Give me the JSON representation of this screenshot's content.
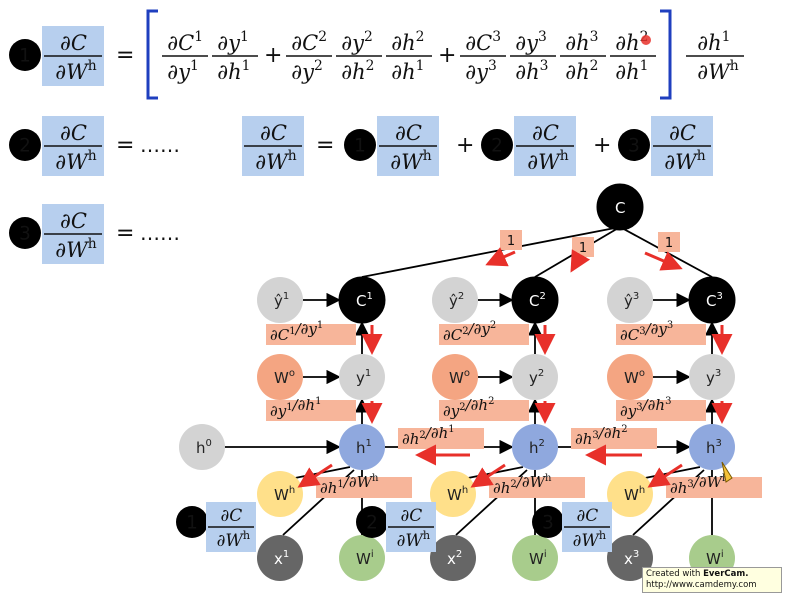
{
  "equations": {
    "eq1": {
      "num": "1",
      "lhs_num": "∂C",
      "lhs_den": "∂W",
      "lhs_sup": "h",
      "equals": "=",
      "t1": [
        [
          "∂C",
          "1",
          "∂y",
          "1"
        ],
        [
          "∂y",
          "1",
          "∂h",
          "1"
        ]
      ],
      "plus": "+",
      "t2": [
        [
          "∂C",
          "2",
          "∂y",
          "2"
        ],
        [
          "∂y",
          "2",
          "∂h",
          "2"
        ],
        [
          "∂h",
          "2",
          "∂h",
          "1"
        ]
      ],
      "t3": [
        [
          "∂C",
          "3",
          "∂y",
          "3"
        ],
        [
          "∂y",
          "3",
          "∂h",
          "3"
        ],
        [
          "∂h",
          "3",
          "∂h",
          "2"
        ],
        [
          "∂h",
          "2",
          "∂h",
          "1"
        ]
      ],
      "tail": [
        "∂h",
        "1",
        "∂W",
        "h"
      ]
    },
    "eq2": {
      "num": "2",
      "lhs_num": "∂C",
      "lhs_den": "∂W",
      "lhs_sup": "h",
      "equals": "=",
      "rhs": "……"
    },
    "eq3": {
      "num": "3",
      "lhs_num": "∂C",
      "lhs_den": "∂W",
      "lhs_sup": "h",
      "equals": "=",
      "rhs": "……"
    },
    "sum": {
      "lhs_num": "∂C",
      "lhs_den": "∂W",
      "lhs_sup": "h",
      "equals": "=",
      "plus": "+",
      "terms": [
        "1",
        "2",
        "3"
      ]
    }
  },
  "graph": {
    "top_node": "C",
    "top_grads": [
      "1",
      "1",
      "1"
    ],
    "columns": [
      {
        "yhat": "ŷ",
        "yhat_sup": "1",
        "c": "C",
        "c_sup": "1",
        "wo": "W",
        "wo_sup": "o",
        "y": "y",
        "y_sup": "1",
        "h": "h",
        "h_sup": "1",
        "wh": "W",
        "wh_sup": "h",
        "x": "x",
        "x_sup": "1",
        "wi": "W",
        "wi_sup": "i",
        "grad_cy": [
          "∂C",
          "1",
          "∂y",
          "1"
        ],
        "grad_yh": [
          "∂y",
          "1",
          "∂h",
          "1"
        ],
        "grad_hw": [
          "∂h",
          "1",
          "∂W",
          "h"
        ]
      },
      {
        "yhat": "ŷ",
        "yhat_sup": "2",
        "c": "C",
        "c_sup": "2",
        "wo": "W",
        "wo_sup": "o",
        "y": "y",
        "y_sup": "2",
        "h": "h",
        "h_sup": "2",
        "wh": "W",
        "wh_sup": "h",
        "x": "x",
        "x_sup": "2",
        "wi": "W",
        "wi_sup": "i",
        "grad_cy": [
          "∂C",
          "2",
          "∂y",
          "2"
        ],
        "grad_yh": [
          "∂y",
          "2",
          "∂h",
          "2"
        ],
        "grad_hw": [
          "∂h",
          "2",
          "∂W",
          "h"
        ]
      },
      {
        "yhat": "ŷ",
        "yhat_sup": "3",
        "c": "C",
        "c_sup": "3",
        "wo": "W",
        "wo_sup": "o",
        "y": "y",
        "y_sup": "3",
        "h": "h",
        "h_sup": "3",
        "wh": "W",
        "wh_sup": "h",
        "x": "x",
        "x_sup": "3",
        "wi": "W",
        "wi_sup": "i",
        "grad_cy": [
          "∂C",
          "3",
          "∂y",
          "3"
        ],
        "grad_yh": [
          "∂y",
          "3",
          "∂h",
          "3"
        ],
        "grad_hw": [
          "∂h",
          "3",
          "∂W",
          "h"
        ]
      }
    ],
    "h0": "h",
    "h0_sup": "0",
    "grad_h2h1": [
      "∂h",
      "2",
      "∂h",
      "1"
    ],
    "grad_h3h2": [
      "∂h",
      "3",
      "∂h",
      "2"
    ],
    "circle_labels": [
      "1",
      "2",
      "3"
    ],
    "bottom_fracs": [
      [
        "∂C",
        "∂W",
        "h"
      ],
      [
        "∂C",
        "∂W",
        "h"
      ],
      [
        "∂C",
        "∂W",
        "h"
      ]
    ]
  },
  "watermark": {
    "prefix": "Created with",
    "brand": "EverCam.",
    "url": "http://www.camdemy.com"
  },
  "colors": {
    "black": "#000000",
    "gray": "#d3d3d3",
    "orange": "#f4a582",
    "blue": "#8fa8de",
    "yellow": "#ffe08a",
    "green": "#a8cc8c",
    "darkgray": "#666666",
    "highlight": "#b7cfee",
    "grad_box": "#f7b59a",
    "red": "#e8302a",
    "bracket": "#1f3fbf"
  }
}
